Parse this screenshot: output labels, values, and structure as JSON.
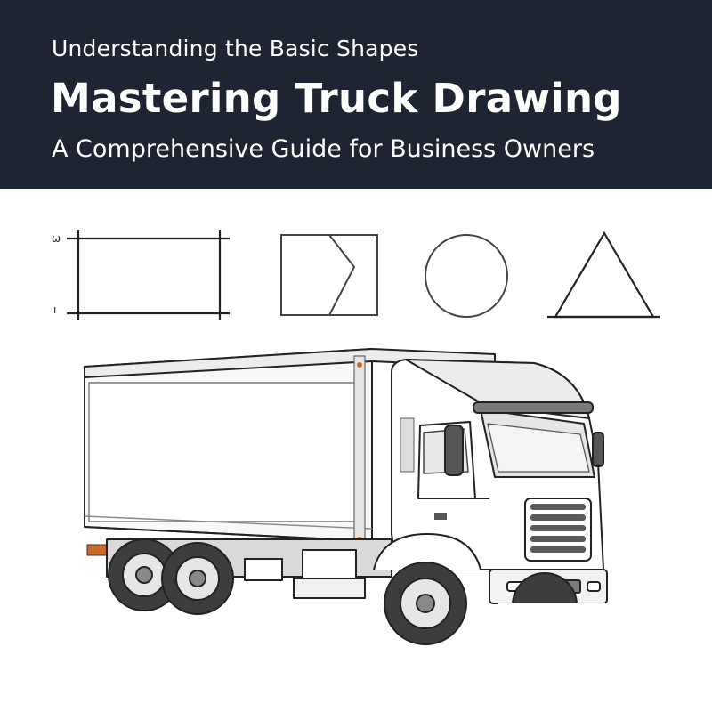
{
  "header": {
    "subtitle": "Understanding the Basic Shapes",
    "title": "Mastering Truck Drawing",
    "tagline": "A Comprehensive Guide for Business Owners"
  },
  "colors": {
    "header_bg": "#1f2432",
    "header_text": "#ffffff",
    "line": "#222222",
    "accent": "#c96a2a"
  },
  "illustration": {
    "shapes": [
      "rectangle-icon",
      "square-triangle-icon",
      "circle-icon",
      "triangle-icon"
    ],
    "rectangle_side_marks": [
      "ω",
      "ı"
    ],
    "vehicle": "box-truck"
  }
}
